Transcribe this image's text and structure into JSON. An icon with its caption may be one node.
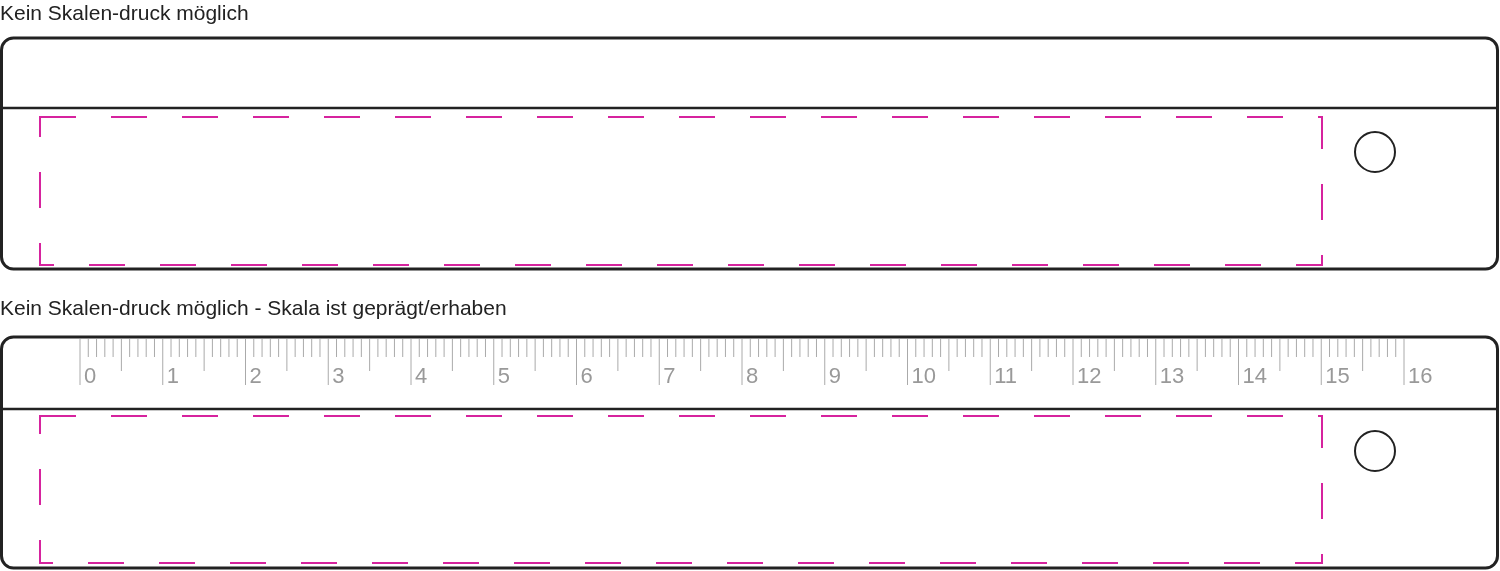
{
  "diagram": {
    "labels": [
      "Kein Skalen-druck möglich",
      "Kein Skalen-druck möglich - Skala ist geprägt/erhaben",
      "0",
      "1",
      "2",
      "3",
      "4",
      "5",
      "6",
      "7",
      "8",
      "9",
      "10",
      "11",
      "12",
      "13",
      "14",
      "15",
      "16"
    ]
  }
}
